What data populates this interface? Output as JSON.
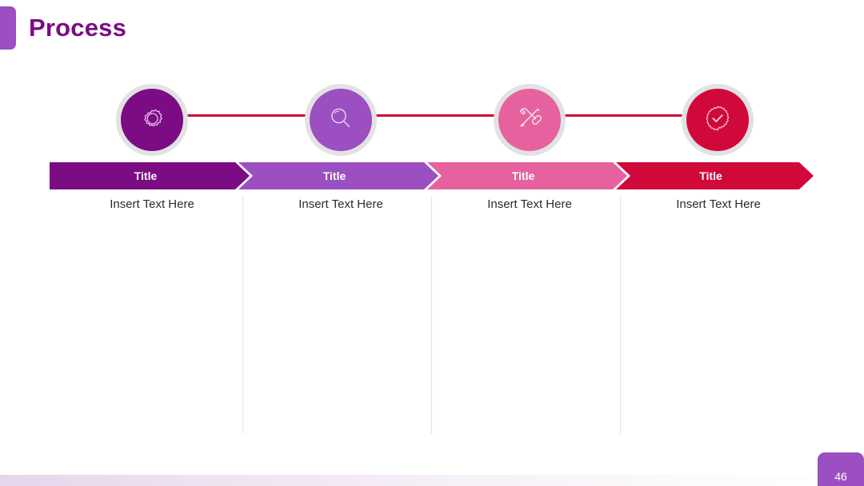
{
  "slide": {
    "title": "Process",
    "accent_color": "#9B4FC0",
    "title_color": "#7B0C84",
    "connector_color": "#D1093A",
    "page_number": "46"
  },
  "steps": [
    {
      "icon": "gear-icon",
      "circle_color": "#7B0C84",
      "band_label": "Title",
      "band_color": "#7B0C84",
      "body_text": "Insert Text Here"
    },
    {
      "icon": "magnifier-icon",
      "circle_color": "#9B4FC0",
      "band_label": "Title",
      "band_color": "#9B4FC0",
      "body_text": "Insert Text Here"
    },
    {
      "icon": "tools-icon",
      "circle_color": "#E6629E",
      "band_label": "Title",
      "band_color": "#E6629E",
      "body_text": "Insert Text Here"
    },
    {
      "icon": "check-badge-icon",
      "circle_color": "#D1093A",
      "band_label": "Title",
      "band_color": "#D1093A",
      "body_text": "Insert Text Here"
    }
  ]
}
